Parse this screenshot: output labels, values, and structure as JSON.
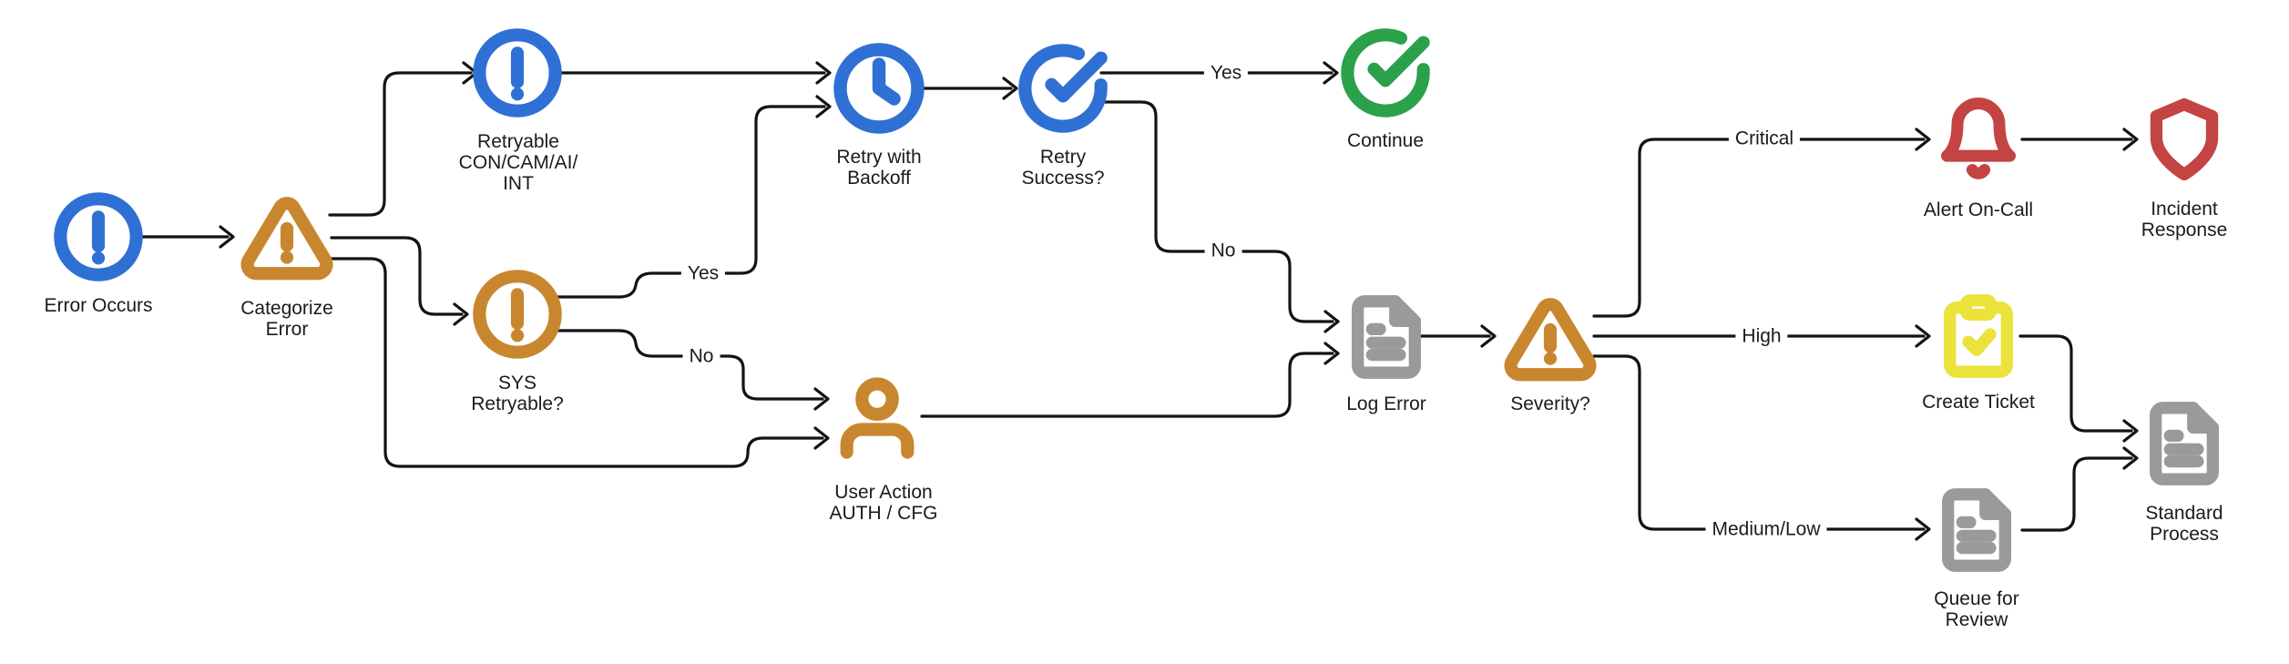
{
  "diagram": {
    "palette": {
      "bg": "#ffffff",
      "line": "#131313",
      "label": "#1b1b1b",
      "blue": "#2f70d4",
      "amber": "#c8872e",
      "green": "#2ba14c",
      "red": "#c34442",
      "yellow": "#ebe23c",
      "gray": "#9a9a9a"
    },
    "nodes": {
      "error_occurs": {
        "lines": [
          "Error Occurs"
        ],
        "icon": "alert-circle",
        "color": "blue"
      },
      "categorize_error": {
        "lines": [
          "Categorize",
          "Error"
        ],
        "icon": "alert-triangle",
        "color": "amber"
      },
      "retryable": {
        "lines": [
          "Retryable",
          "CON/CAM/AI/",
          "INT"
        ],
        "icon": "alert-circle",
        "color": "blue"
      },
      "sys_retryable": {
        "lines": [
          "SYS",
          "Retryable?"
        ],
        "icon": "alert-circle",
        "color": "amber"
      },
      "retry_backoff": {
        "lines": [
          "Retry with",
          "Backoff"
        ],
        "icon": "clock",
        "color": "blue"
      },
      "retry_success": {
        "lines": [
          "Retry",
          "Success?"
        ],
        "icon": "check-circle",
        "color": "blue"
      },
      "continue": {
        "lines": [
          "Continue"
        ],
        "icon": "check-circle",
        "color": "green"
      },
      "user_action": {
        "lines": [
          "User Action",
          "AUTH / CFG"
        ],
        "icon": "user",
        "color": "amber"
      },
      "log_error": {
        "lines": [
          "Log Error"
        ],
        "icon": "file-text",
        "color": "gray"
      },
      "severity": {
        "lines": [
          "Severity?"
        ],
        "icon": "alert-triangle",
        "color": "amber"
      },
      "alert_on_call": {
        "lines": [
          "Alert On-Call"
        ],
        "icon": "bell",
        "color": "red"
      },
      "incident_response": {
        "lines": [
          "Incident",
          "Response"
        ],
        "icon": "shield",
        "color": "red"
      },
      "create_ticket": {
        "lines": [
          "Create Ticket"
        ],
        "icon": "clipboard-check",
        "color": "yellow"
      },
      "queue_review": {
        "lines": [
          "Queue for",
          "Review"
        ],
        "icon": "file-text",
        "color": "gray"
      },
      "standard_process": {
        "lines": [
          "Standard",
          "Process"
        ],
        "icon": "file-text",
        "color": "gray"
      }
    },
    "edges": [
      {
        "from": "error_occurs",
        "to": "categorize_error",
        "label": ""
      },
      {
        "from": "categorize_error",
        "to": "retryable",
        "label": ""
      },
      {
        "from": "categorize_error",
        "to": "sys_retryable",
        "label": ""
      },
      {
        "from": "categorize_error",
        "to": "user_action",
        "label": ""
      },
      {
        "from": "sys_retryable",
        "to": "retry_backoff",
        "label": "Yes"
      },
      {
        "from": "sys_retryable",
        "to": "user_action",
        "label": "No"
      },
      {
        "from": "retryable",
        "to": "retry_backoff",
        "label": ""
      },
      {
        "from": "retry_backoff",
        "to": "retry_success",
        "label": ""
      },
      {
        "from": "retry_success",
        "to": "continue",
        "label": "Yes"
      },
      {
        "from": "retry_success",
        "to": "log_error",
        "label": "No"
      },
      {
        "from": "user_action",
        "to": "log_error",
        "label": ""
      },
      {
        "from": "log_error",
        "to": "severity",
        "label": ""
      },
      {
        "from": "severity",
        "to": "alert_on_call",
        "label": "Critical"
      },
      {
        "from": "severity",
        "to": "create_ticket",
        "label": "High"
      },
      {
        "from": "severity",
        "to": "queue_review",
        "label": "Medium/Low"
      },
      {
        "from": "alert_on_call",
        "to": "incident_response",
        "label": ""
      },
      {
        "from": "create_ticket",
        "to": "standard_process",
        "label": ""
      },
      {
        "from": "queue_review",
        "to": "standard_process",
        "label": ""
      }
    ]
  }
}
